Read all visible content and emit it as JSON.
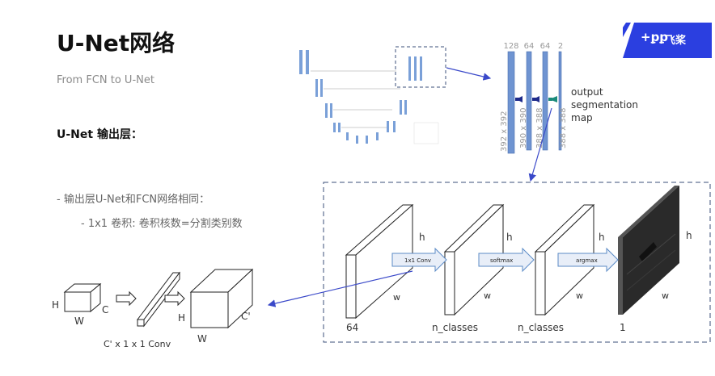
{
  "slide": {
    "title": "U-Net网络",
    "subtitle": "From FCN to U-Net",
    "section_heading": "U-Net 输出层：",
    "bullets": [
      "-   输出层U-Net和FCN网络相同：",
      "-   1x1 卷积: 卷积核数=分割类别数"
    ],
    "logo_text": "飞桨"
  },
  "output_map": {
    "channel_labels": [
      "128",
      "64",
      "64",
      "2"
    ],
    "size_labels": [
      "392 x 392",
      "390 x 390",
      "388 x 388",
      "388 x 388"
    ],
    "caption_lines": [
      "output",
      "segmentation",
      "map"
    ]
  },
  "conv_diagram": {
    "H": "H",
    "C": "C",
    "W": "W",
    "H2": "H",
    "C2": "C'",
    "W2": "W",
    "caption": "C' x 1 x 1  Conv"
  },
  "pipeline": {
    "h_labels": [
      "h",
      "h",
      "h",
      "h"
    ],
    "w_labels": [
      "w",
      "w",
      "w",
      "w"
    ],
    "op_labels": [
      "1x1 Conv",
      "softmax",
      "argmax"
    ],
    "bottom_labels": [
      "64",
      "n_classes",
      "n_classes",
      "1"
    ]
  },
  "colors": {
    "accent_blue": "#3a49c9",
    "dash_border": "#3b4f7a",
    "arrow_fill": "#e8eef8",
    "arrow_stroke": "#5b8bc6"
  }
}
